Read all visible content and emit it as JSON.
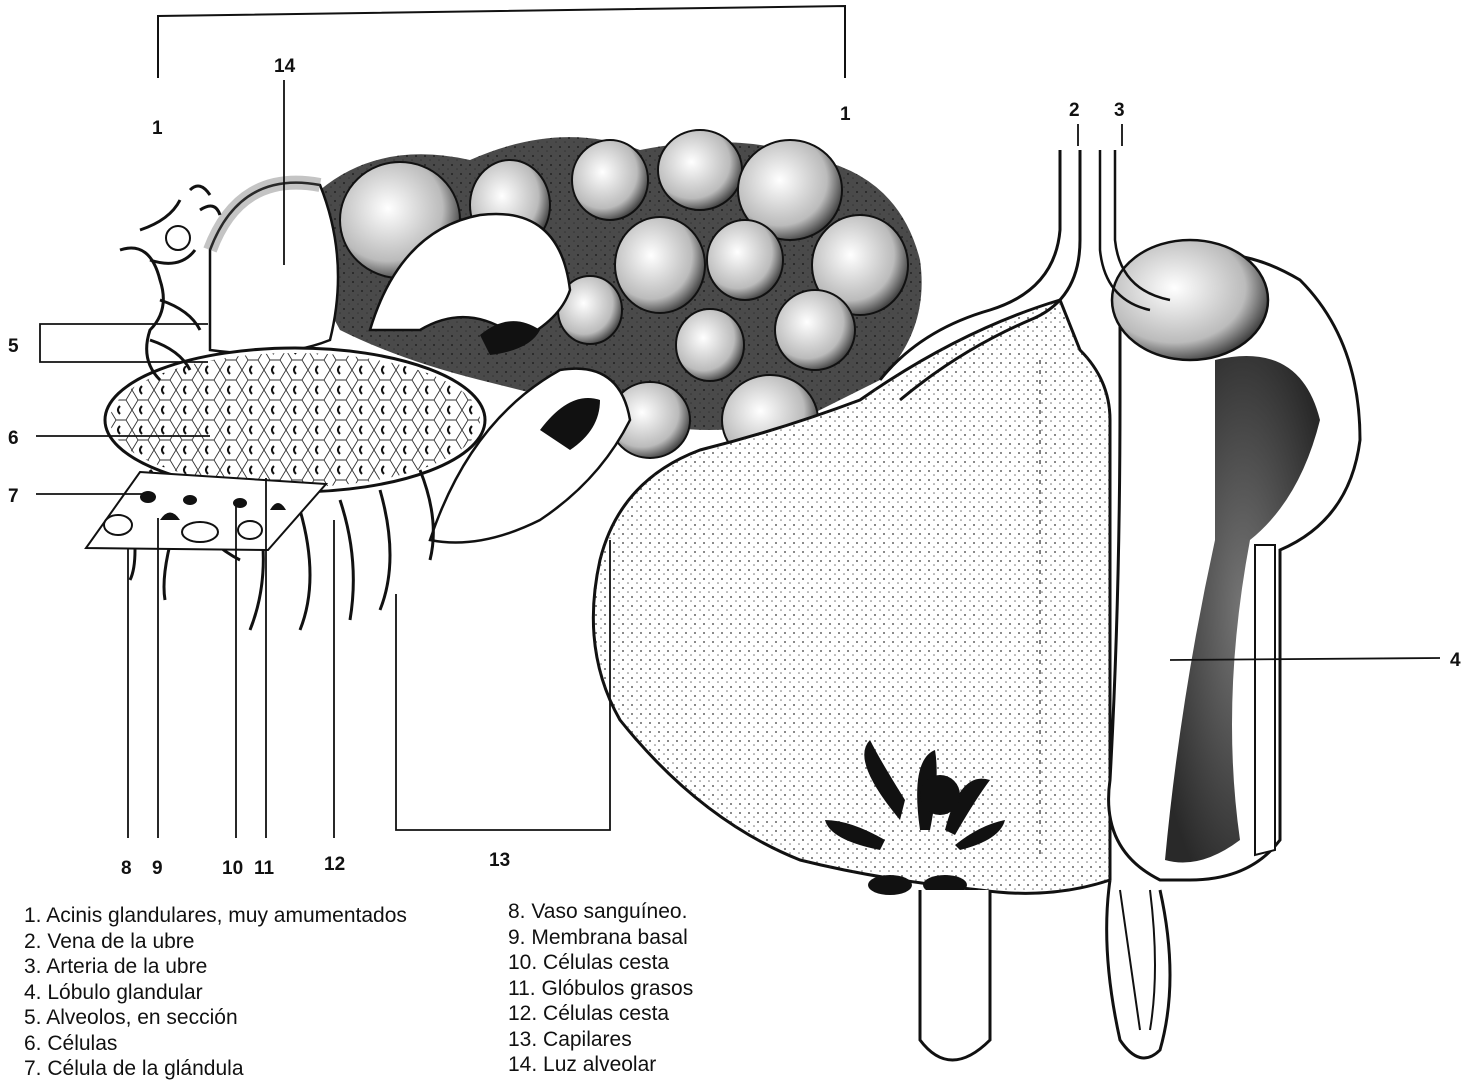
{
  "labels": {
    "n1": "1",
    "n2": "2",
    "n3": "3",
    "n4": "4",
    "n5": "5",
    "n6": "6",
    "n7": "7",
    "n8": "8",
    "n9": "9",
    "n10": "10",
    "n11": "11",
    "n12": "12",
    "n13": "13",
    "n14": "14"
  },
  "legend": [
    "1. Acinis glandulares, muy amumentados",
    "2. Vena de la ubre",
    "3. Arteria de la ubre",
    "4. Lóbulo glandular",
    "5. Alveolos, en sección",
    "6. Células",
    "7. Célula de la glándula",
    "8. Vaso sanguíneo.",
    "9. Membrana basal",
    "10. Células cesta",
    "11. Glóbulos grasos",
    "12. Células cesta",
    "13. Capilares",
    "14. Luz alveolar"
  ]
}
